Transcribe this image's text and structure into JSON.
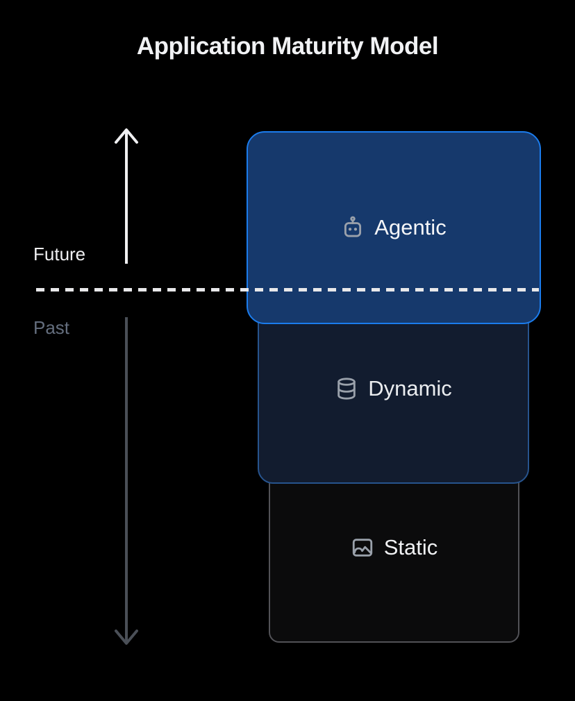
{
  "title": "Application Maturity Model",
  "background_color": "#000000",
  "axis": {
    "future_label": "Future",
    "past_label": "Past",
    "up_arrow_color": "#f0f0f2",
    "down_arrow_color": "#4a4f57",
    "divider_style": "dashed-horizontal",
    "divider_color": "#e8e8ea"
  },
  "levels": [
    {
      "label": "Agentic",
      "icon": "bot-icon",
      "fill_color": "#16396c",
      "border_color": "#1b7ced",
      "position": "top"
    },
    {
      "label": "Dynamic",
      "icon": "database-icon",
      "fill_color": "#121c2f",
      "border_color": "#27548e",
      "position": "middle"
    },
    {
      "label": "Static",
      "icon": "image-icon",
      "fill_color": "#0b0b0c",
      "border_color": "#525257",
      "position": "bottom"
    }
  ]
}
